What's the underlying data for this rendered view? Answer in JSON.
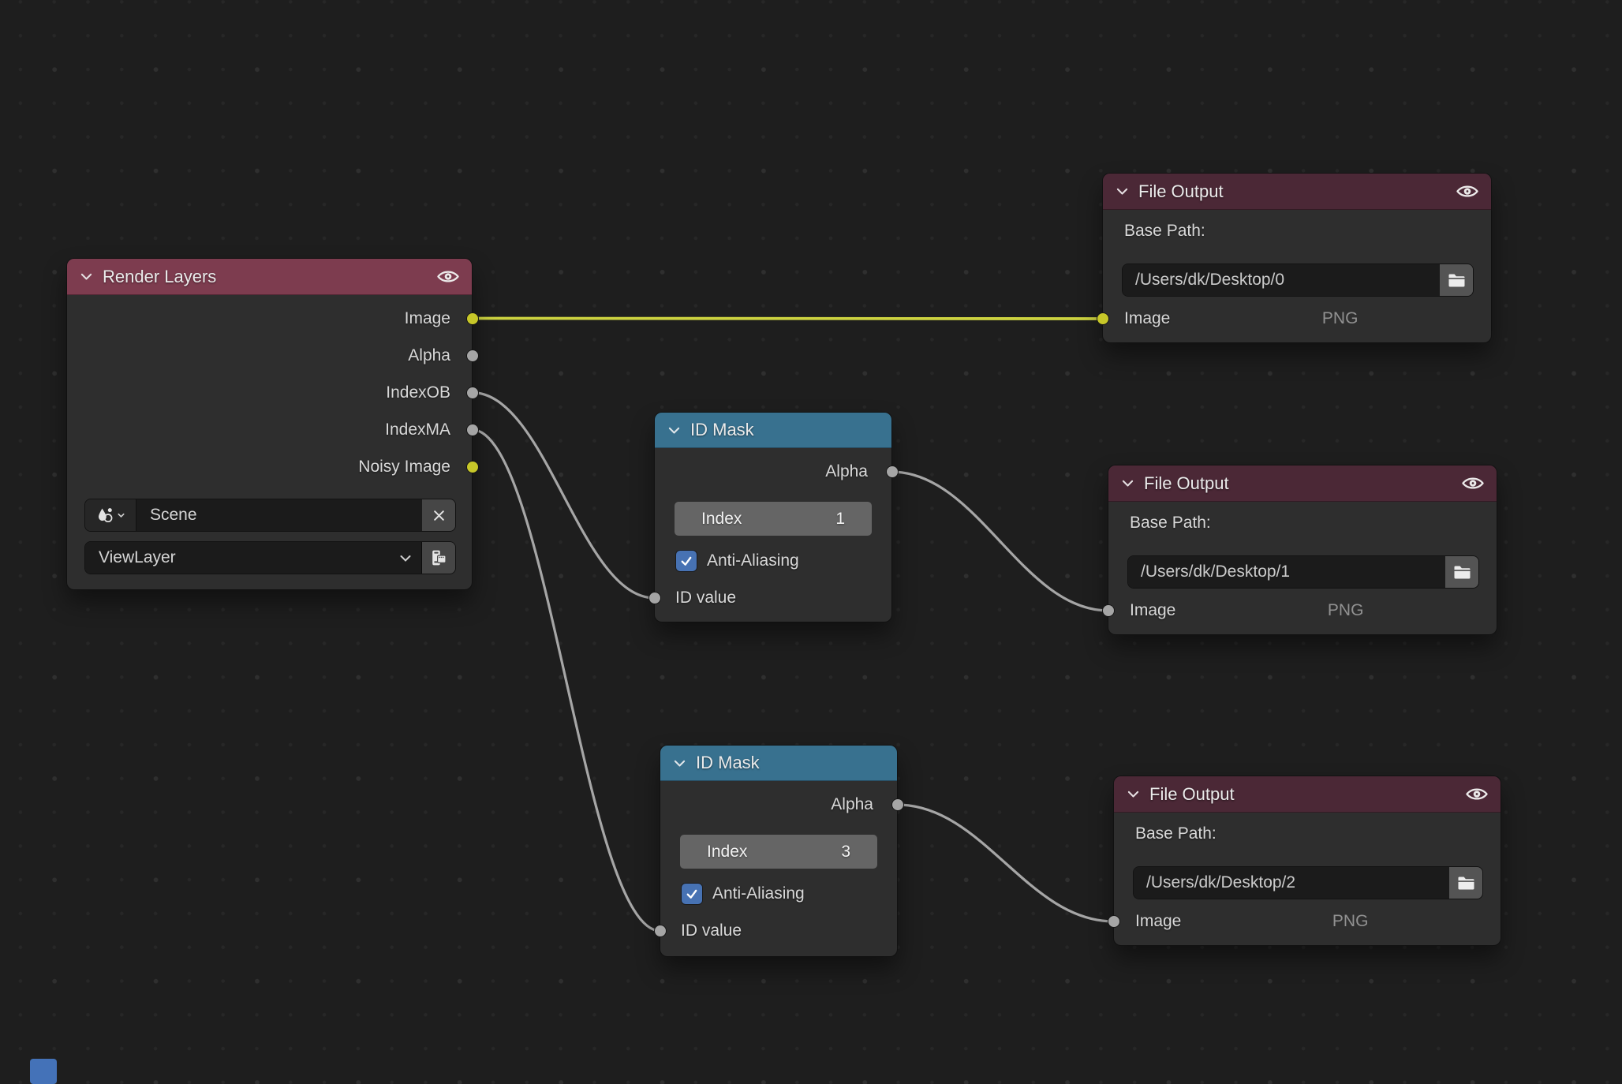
{
  "colors": {
    "input_header": "#7d3c4f",
    "output_header": "#4b2836",
    "matte_header": "#38718f",
    "node_body": "#2e2e2e",
    "field_bg": "#1b1b1b",
    "button_gray": "#464646",
    "slider_gray": "#656565",
    "socket_image": "#c7c729",
    "socket_value": "#a5a5a5",
    "wire_yellow": "#ccd240",
    "wire_gray": "#a6a6a6",
    "checkbox_blue": "#4772b3",
    "marker_blue": "#4472b8"
  },
  "icons": {
    "header_left": "chevron-down",
    "header_right": "eye",
    "scene_selector": "scene-data",
    "clear_scene": "close-x",
    "view_layer_button": "render-layers",
    "path_button": "folder",
    "checkbox": "checkmark"
  },
  "nodes": {
    "render_layers": {
      "title": "Render Layers",
      "outputs": [
        {
          "label": "Image"
        },
        {
          "label": "Alpha"
        },
        {
          "label": "IndexOB"
        },
        {
          "label": "IndexMA"
        },
        {
          "label": "Noisy Image"
        }
      ],
      "scene_value": "Scene",
      "view_layer_value": "ViewLayer"
    },
    "id_mask_top": {
      "title": "ID Mask",
      "output_label": "Alpha",
      "index_label": "Index",
      "index_value": "1",
      "anti_aliasing_label": "Anti-Aliasing",
      "input_label": "ID value"
    },
    "id_mask_bottom": {
      "title": "ID Mask",
      "output_label": "Alpha",
      "index_label": "Index",
      "index_value": "3",
      "anti_aliasing_label": "Anti-Aliasing",
      "input_label": "ID value"
    },
    "file_output_top": {
      "title": "File Output",
      "base_path_label": "Base Path:",
      "base_path_value": "/Users/dk/Desktop/0",
      "input_label": "Image",
      "format": "PNG"
    },
    "file_output_middle": {
      "title": "File Output",
      "base_path_label": "Base Path:",
      "base_path_value": "/Users/dk/Desktop/1",
      "input_label": "Image",
      "format": "PNG"
    },
    "file_output_bottom": {
      "title": "File Output",
      "base_path_label": "Base Path:",
      "base_path_value": "/Users/dk/Desktop/2",
      "input_label": "Image",
      "format": "PNG"
    }
  },
  "connections": [
    {
      "from": "Render Layers.Image",
      "to": "File Output(0).Image",
      "color": "yellow"
    },
    {
      "from": "Render Layers.IndexOB",
      "to": "ID Mask(1).ID value",
      "color": "gray"
    },
    {
      "from": "Render Layers.IndexMA",
      "to": "ID Mask(3).ID value",
      "color": "gray"
    },
    {
      "from": "ID Mask(1).Alpha",
      "to": "File Output(1).Image",
      "color": "gray"
    },
    {
      "from": "ID Mask(3).Alpha",
      "to": "File Output(2).Image",
      "color": "gray"
    }
  ]
}
